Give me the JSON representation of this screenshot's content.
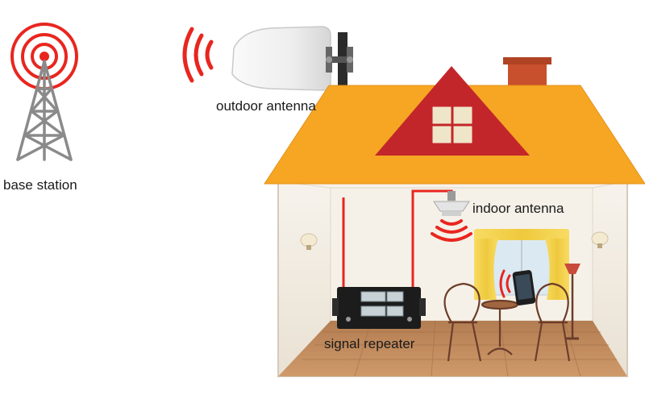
{
  "labels": {
    "base_station": "base station",
    "outdoor_antenna": "outdoor antenna",
    "indoor_antenna": "indoor antenna",
    "signal_repeater": "signal repeater"
  },
  "colors": {
    "signal_red": "#e8261f",
    "roof_orange": "#f6a623",
    "roof_gable": "#c3262a",
    "chimney": "#c8502c",
    "wall": "#f3eee6",
    "floor": "#c08a5c",
    "tower_gray": "#8a8a8a",
    "curtain_yellow": "#f3d04a"
  },
  "icons": [
    "cell-tower-icon",
    "panel-antenna-icon",
    "ceiling-antenna-icon",
    "signal-waves-icon",
    "repeater-device-icon",
    "smartphone-icon"
  ]
}
